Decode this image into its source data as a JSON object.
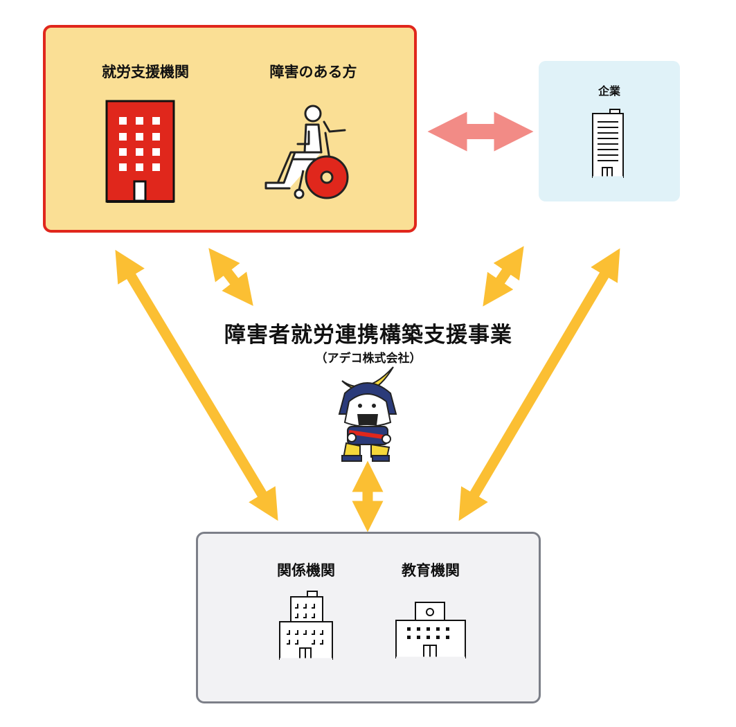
{
  "top_left": {
    "label_1": "就労支援機関",
    "label_2": "障害のある方"
  },
  "top_right": {
    "label": "企業"
  },
  "center": {
    "title": "障害者就労連携構築支援事業",
    "subtitle": "（アデコ株式会社）"
  },
  "bottom": {
    "label_1": "関係機関",
    "label_2": "教育機関"
  },
  "icons": {
    "support_agency": "red-office-building-icon",
    "disabled_person": "wheelchair-user-icon",
    "company": "skyscraper-icon",
    "mascot": "samurai-onigiri-mascot",
    "related_agency": "office-building-icon",
    "educational_institution": "school-building-icon"
  },
  "colors": {
    "highlight_border": "#e0271c",
    "highlight_fill": "#fadf95",
    "company_fill": "#e0f2f8",
    "bottom_border": "#7c7f88",
    "yellow_arrow": "#fbbf33",
    "pink_arrow": "#f28b86"
  }
}
